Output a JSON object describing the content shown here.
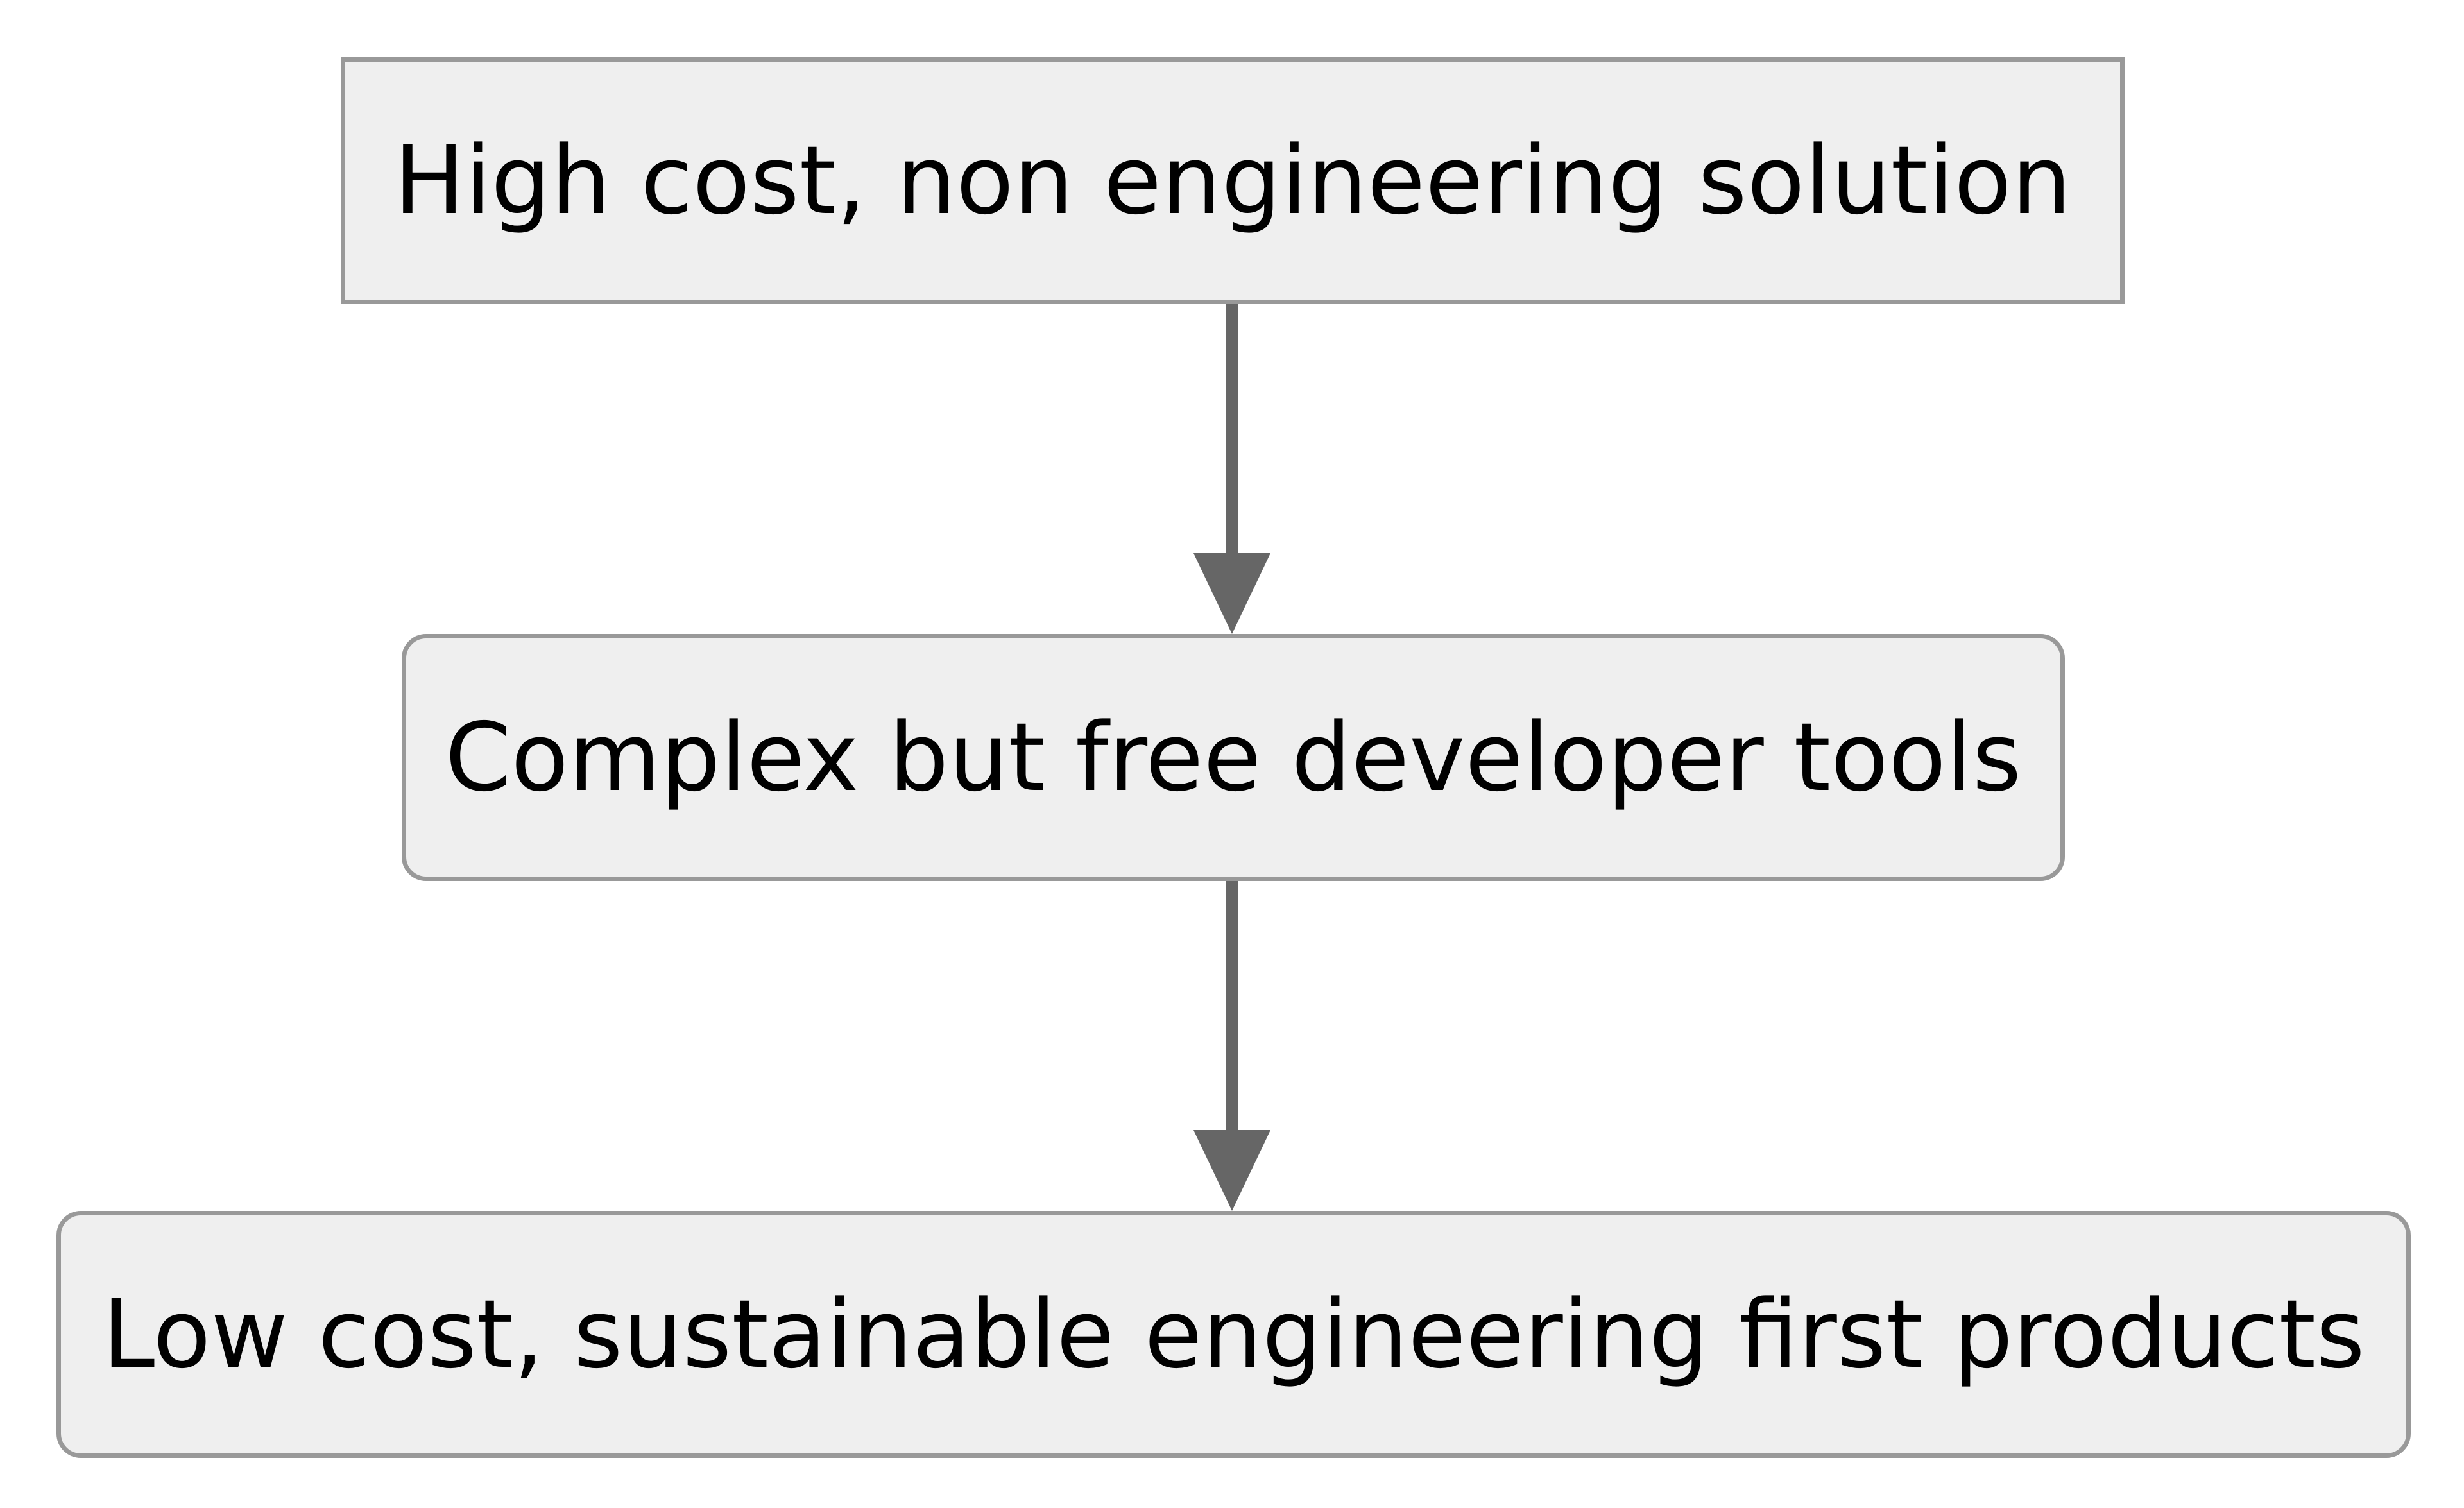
{
  "diagram": {
    "nodes": [
      {
        "id": "n1",
        "label": "High cost, non engineering solution",
        "shape": "rectangle"
      },
      {
        "id": "n2",
        "label": "Complex but free developer tools",
        "shape": "rounded-rectangle"
      },
      {
        "id": "n3",
        "label": "Low cost, sustainable engineering first products",
        "shape": "rounded-rectangle"
      }
    ],
    "edges": [
      {
        "from": "n1",
        "to": "n2"
      },
      {
        "from": "n2",
        "to": "n3"
      }
    ]
  },
  "colors": {
    "node_fill": "#efefef",
    "node_border": "#999999",
    "edge": "#666666",
    "text": "#000000",
    "background": "#ffffff"
  }
}
